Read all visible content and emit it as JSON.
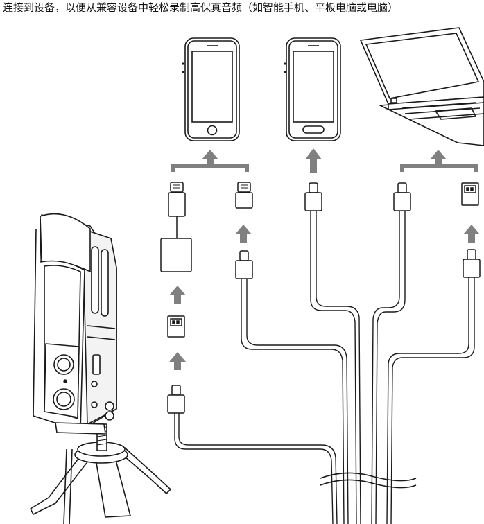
{
  "header": {
    "text": "连接到设备，以便从兼容设备中轻松录制高保真音频（如智能手机、平板电脑或电脑）"
  },
  "colors": {
    "line": "#1a1a1a",
    "arrow": "#808080",
    "cable": "#555555",
    "background": "#ffffff"
  },
  "devices": [
    {
      "name": "iphone-home-button"
    },
    {
      "name": "android-phone"
    },
    {
      "name": "laptop"
    }
  ],
  "connectors": [
    {
      "name": "lightning-plug"
    },
    {
      "name": "lightning-plug"
    },
    {
      "name": "usb-c-plug"
    },
    {
      "name": "usb-c-plug"
    },
    {
      "name": "usb-a-plug"
    },
    {
      "name": "usb-a-plug"
    },
    {
      "name": "usb-c-plug"
    },
    {
      "name": "usb-c-plug"
    },
    {
      "name": "usb-c-plug"
    }
  ]
}
